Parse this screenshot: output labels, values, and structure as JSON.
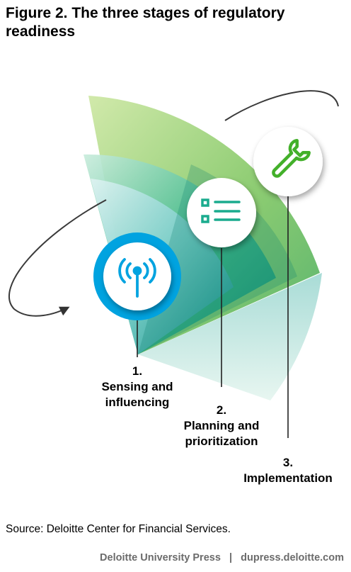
{
  "title": "Figure 2. The three stages of regulatory readiness",
  "stages": [
    {
      "number": "1.",
      "line1": "Sensing and",
      "line2": "influencing",
      "icon": "antenna-icon",
      "color": "#00a3e0"
    },
    {
      "number": "2.",
      "line1": "Planning and",
      "line2": "prioritization",
      "icon": "checklist-icon",
      "color": "#1aab8e"
    },
    {
      "number": "3.",
      "line1": "Implementation",
      "line2": "",
      "icon": "wrench-icon",
      "color": "#43b02a"
    }
  ],
  "source": "Source: Deloitte Center for Financial Services.",
  "footer": {
    "publisher": "Deloitte University Press",
    "separator": "|",
    "url": "dupress.deloitte.com"
  }
}
